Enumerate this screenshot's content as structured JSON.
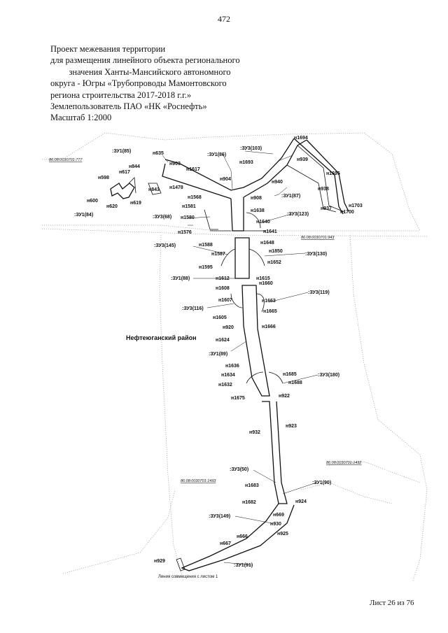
{
  "page_number": "472",
  "title": {
    "lines": [
      "Проект межевания территории",
      "для размещения линейного объекта регионального",
      "значения Ханты-Мансийского автономного",
      "округа - Югры «Трубопроводы Мамонтовского",
      "региона строительства 2017-2018 г.г.»",
      "Землепользователь ПАО «НК «Роснефть»",
      "Масштаб 1:2000"
    ]
  },
  "map": {
    "region_label": "Нефтеюганский район",
    "sheet_join_label": "Линия совмещения с листом 1",
    "cadastral_labels": [
      "86:08:0030701:777",
      "86:08:0030701:943",
      "86:08:0030701:1492",
      "86:08:0030701:1493"
    ],
    "zone_labels": [
      ":ЗУ1(85)",
      ":ЗУ1(86)",
      ":ЗУ3(103)",
      ":ЗУ1(87)",
      ":ЗУ3(123)",
      ":ЗУ1(84)",
      ":ЗУ3(68)",
      ":ЗУ3(145)",
      ":ЗУ3(130)",
      ":ЗУ1(88)",
      ":ЗУ3(119)",
      ":ЗУ3(116)",
      ":ЗУ1(89)",
      ":ЗУ3(180)",
      ":ЗУ3(50)",
      ":ЗУ1(90)",
      ":ЗУ3(149)",
      ":ЗУ1(91)"
    ],
    "point_labels": [
      "н1694",
      "н635",
      "н903",
      "н1617",
      "н1693",
      "н939",
      "н1695",
      "н844",
      "н598",
      "н617",
      "н904",
      "н940",
      "н938",
      "н600",
      "н843",
      "н1478",
      "н1568",
      "н908",
      "н1703",
      "н619",
      "н620",
      "н1581",
      "н1638",
      "н937",
      "н1700",
      "н1580",
      "н1640",
      "н1576",
      "н1641",
      "н1648",
      "н1588",
      "н1850",
      "н1587",
      "н1652",
      "н1595",
      "н1612",
      "н1615",
      "н1660",
      "н1608",
      "н1607",
      "н1663",
      "н1665",
      "н1605",
      "н920",
      "н1666",
      "н1624",
      "н1636",
      "н1685",
      "н1634",
      "н1688",
      "н1632",
      "н1675",
      "н922",
      "н923",
      "н932",
      "н1683",
      "н1682",
      "н924",
      "н669",
      "н930",
      "н666",
      "н925",
      "н667",
      "н929"
    ]
  },
  "footer": {
    "sheet": "Лист 26 из 76"
  }
}
